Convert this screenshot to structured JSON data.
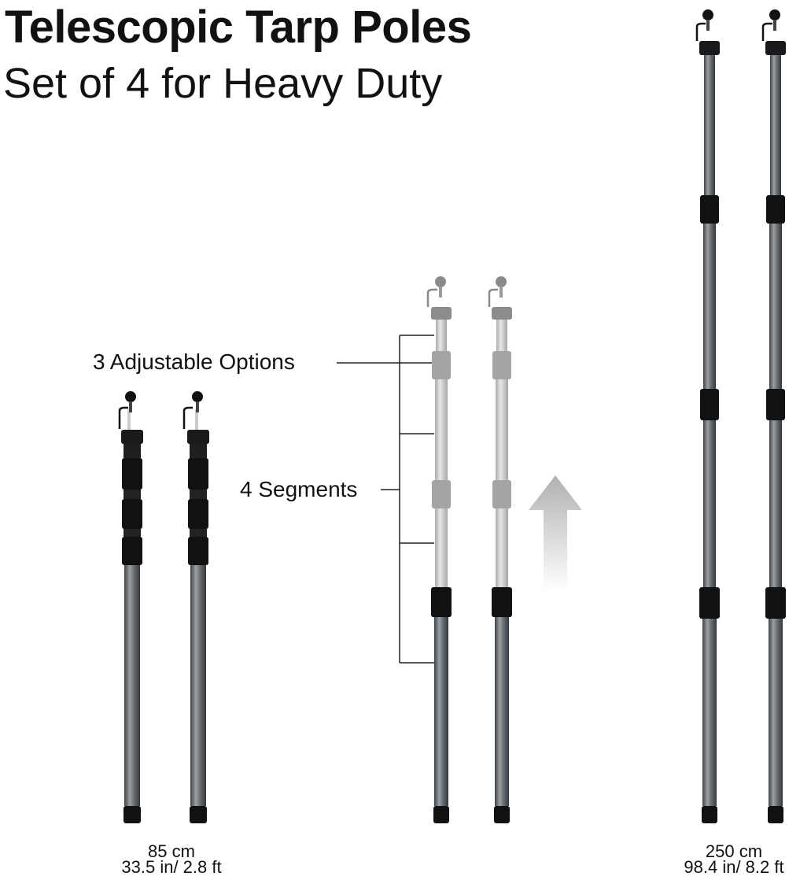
{
  "header": {
    "title": "Telescopic Tarp Poles",
    "subtitle": "Set of 4 for Heavy Duty"
  },
  "annotations": {
    "adjustable": "3 Adjustable Options",
    "segments": "4 Segments"
  },
  "captions": {
    "short": {
      "metric": "85 cm",
      "imperial": "33.5 in/ 2.8 ft"
    },
    "long": {
      "metric": "250 cm",
      "imperial": "98.4 in/ 8.2 ft"
    }
  },
  "colors": {
    "pole_dark": "#5c6266",
    "pole_light": "#c4c6c8",
    "joint_black": "#111111",
    "arrow_gray": "#bdbdbd"
  },
  "icons": {
    "arrow": "up-arrow-icon"
  }
}
